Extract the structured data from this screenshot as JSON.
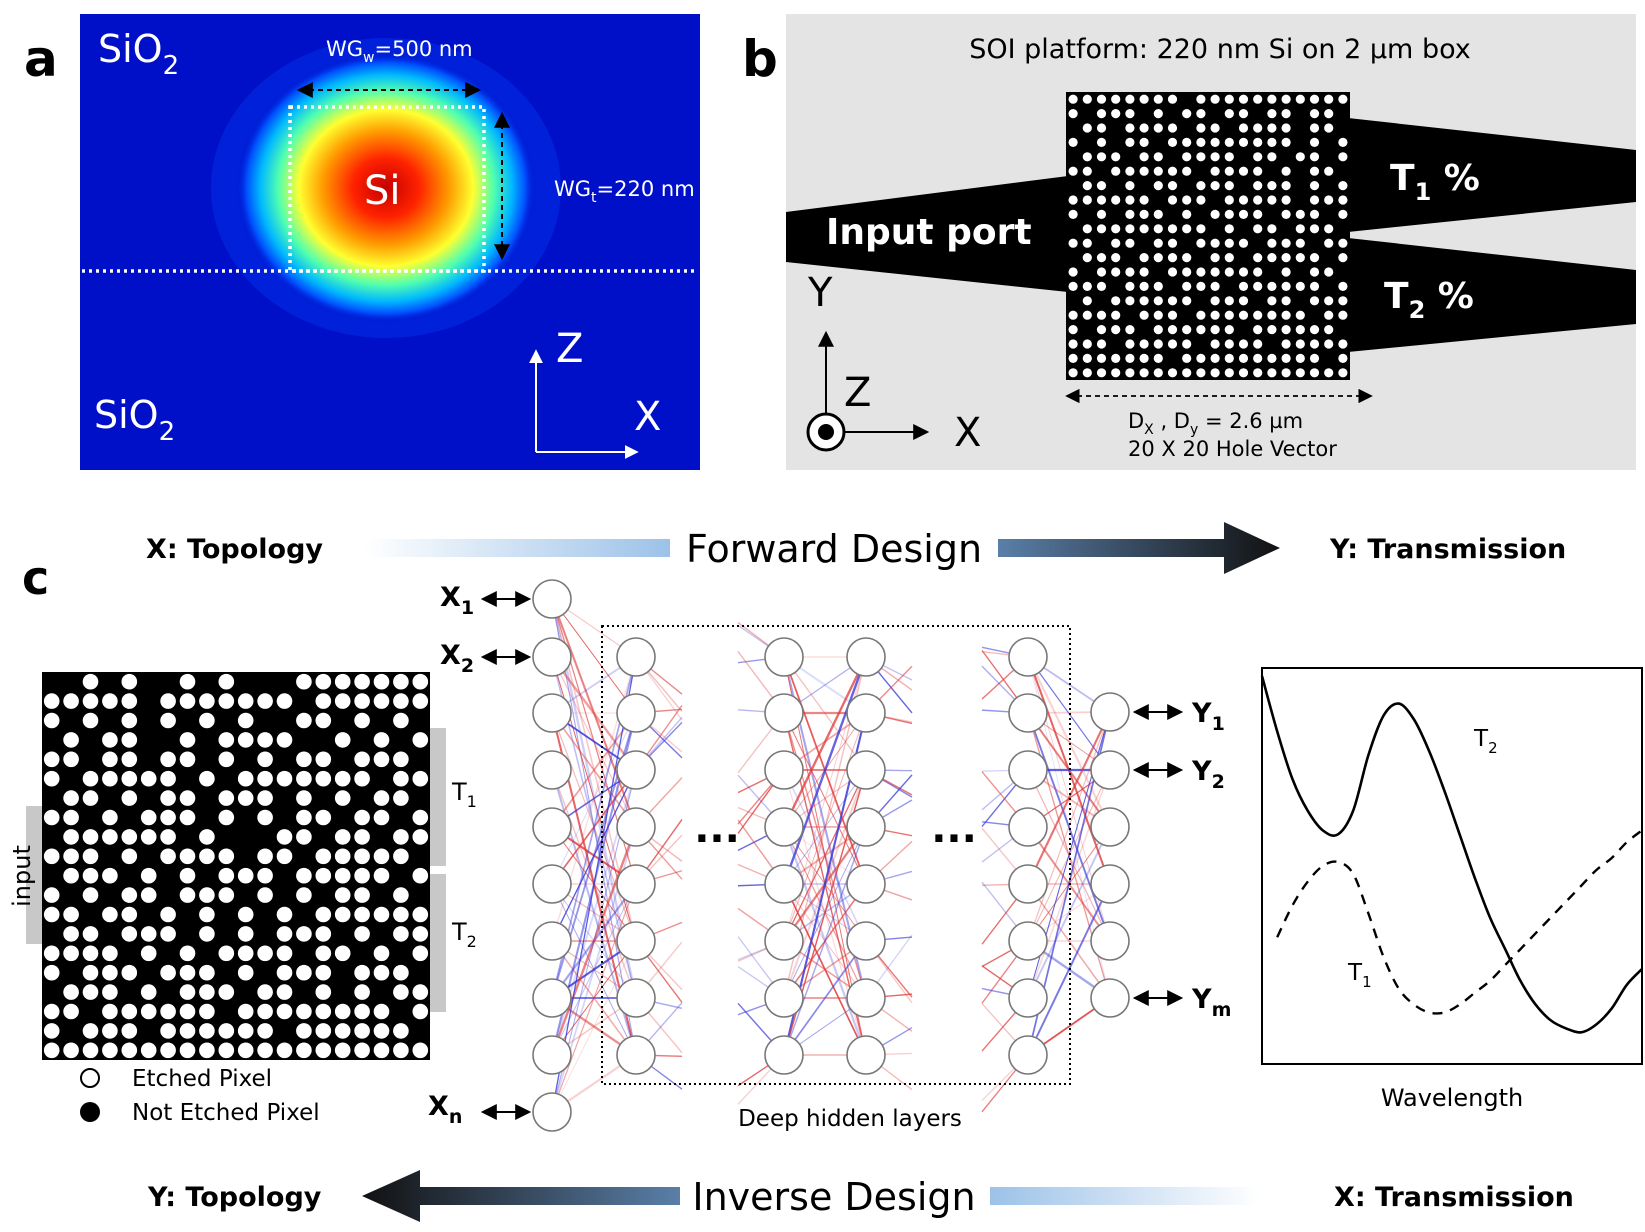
{
  "panel_a": {
    "letter": "a",
    "sio2_top": "SiO",
    "sio2_bottom": "SiO",
    "sub2": "2",
    "core_label": "Si",
    "width_label": "WG",
    "width_sub": "w",
    "width_value": "=500 nm",
    "thickness_label": "WG",
    "thickness_sub": "t",
    "thickness_value": "=220 nm",
    "axis_z": "Z",
    "axis_x": "X"
  },
  "panel_b": {
    "letter": "b",
    "platform": "SOI platform: 220 nm Si on 2 µm box",
    "input_port": "Input port",
    "t1": "T",
    "t2": "T",
    "t1_sub": "1",
    "t2_sub": "2",
    "percent": " %",
    "axis_y": "Y",
    "axis_z": "Z",
    "axis_x": "X",
    "dim_d": "D",
    "dim_x_sub": "X",
    "dim_y_sub": "y",
    "dim_sep": " , ",
    "dim_value": " = 2.6 µm",
    "hole_vector": "20 X 20 Hole Vector",
    "hole_pattern": [
      "11111111011111111111",
      "10111010110110110110",
      "01101111011011110110",
      "10101101111111110101",
      "01110110111101101101",
      "11011111101111010110",
      "01101011011101110101",
      "11111101110111110111",
      "10101110101111011101",
      "01111111110101101110",
      "11011011011110111011",
      "01110111101101111101",
      "10111101111111010110",
      "11101110111011111101",
      "01011111101110110111",
      "11110111011111111011",
      "10111011111101111110",
      "11101111101111011111",
      "11111110111111111101",
      "11111111111111111111"
    ]
  },
  "panel_c": {
    "letter": "c",
    "forward": {
      "left": "X: Topology",
      "center": "Forward Design",
      "right": "Y: Transmission"
    },
    "inverse": {
      "left": "Y: Topology",
      "center": "Inverse Design",
      "right": "X: Transmission"
    },
    "input_label": "input",
    "t1": "T",
    "t2": "T",
    "sub1": "1",
    "sub2": "2",
    "legend_etched": "Etched Pixel",
    "legend_not_etched": "Not Etched Pixel",
    "x_label": "X",
    "x_subs": [
      "1",
      "2",
      "n"
    ],
    "y_label": "Y",
    "y_subs": [
      "1",
      "2",
      "m"
    ],
    "ellipsis": "···",
    "hidden_label": "Deep hidden layers",
    "wavelength": "Wavelength",
    "colors": {
      "positive_weight": "#e03a3a",
      "negative_weight": "#3a3ad8",
      "arrow_start": "#c9def2",
      "arrow_end": "#111111"
    },
    "pixel_pattern": [
      "00101001010001111111",
      "11111011111110111111",
      "10101010101001101010",
      "01011001011110010101",
      "11011011010101101110",
      "10111110101111111011",
      "01101011011101010110",
      "11010111010101101101",
      "01111110100011011011",
      "11101011110110111110",
      "01110101011101111101",
      "10101101110101011010",
      "11011010101010111111",
      "01101110101011101011",
      "11110101011110110101",
      "10111011101011101110",
      "01110101110110101011",
      "11011111101111111101",
      "10111011111101111110",
      "11111111111111111111"
    ]
  },
  "transmission_chart": {
    "type": "line",
    "xlabel": "Wavelength",
    "series": [
      {
        "name": "T2",
        "line": "solid",
        "x": [
          0,
          0.04,
          0.08,
          0.12,
          0.16,
          0.2,
          0.24,
          0.28,
          0.32,
          0.36,
          0.4,
          0.44,
          0.48,
          0.52,
          0.56,
          0.6,
          0.64,
          0.68,
          0.72,
          0.76,
          0.8,
          0.84,
          0.88,
          0.92,
          0.96,
          1.0
        ],
        "y": [
          0.98,
          0.84,
          0.72,
          0.64,
          0.59,
          0.58,
          0.64,
          0.78,
          0.88,
          0.91,
          0.87,
          0.79,
          0.69,
          0.58,
          0.47,
          0.37,
          0.29,
          0.21,
          0.15,
          0.11,
          0.09,
          0.08,
          0.1,
          0.14,
          0.2,
          0.24
        ]
      },
      {
        "name": "T1",
        "line": "dashed",
        "x": [
          0.04,
          0.08,
          0.12,
          0.16,
          0.2,
          0.24,
          0.28,
          0.32,
          0.36,
          0.4,
          0.44,
          0.48,
          0.52,
          0.56,
          0.6,
          0.64,
          0.68,
          0.72,
          0.76,
          0.8,
          0.84,
          0.88,
          0.92,
          0.96,
          1.0
        ],
        "y": [
          0.32,
          0.4,
          0.46,
          0.5,
          0.51,
          0.48,
          0.38,
          0.27,
          0.19,
          0.15,
          0.13,
          0.13,
          0.15,
          0.18,
          0.21,
          0.25,
          0.29,
          0.33,
          0.37,
          0.41,
          0.45,
          0.49,
          0.52,
          0.56,
          0.59
        ]
      }
    ]
  }
}
